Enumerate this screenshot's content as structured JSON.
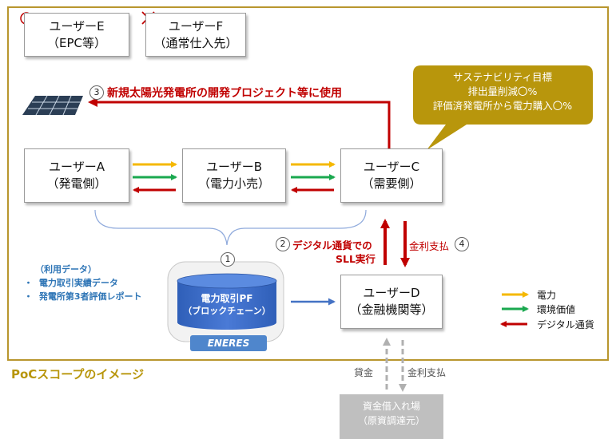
{
  "scope_label": "PoCスコープのイメージ",
  "users": {
    "e": {
      "title": "ユーザーE",
      "sub": "（EPC等）"
    },
    "f": {
      "title": "ユーザーF",
      "sub": "（通常仕入先）"
    },
    "a": {
      "title": "ユーザーA",
      "sub": "（発電側）"
    },
    "b": {
      "title": "ユーザーB",
      "sub": "（電力小売）"
    },
    "c": {
      "title": "ユーザーC",
      "sub": "（需要側）"
    },
    "d": {
      "title": "ユーザーD",
      "sub": "（金融機関等）"
    }
  },
  "project_label": "新規太陽光発電所の開発プロジェクト等に使用",
  "callout": {
    "line1": "サステナビリティ目標",
    "line2": "排出量削減〇%",
    "line3": "評価済発電所から電力購入〇%"
  },
  "digital_label_line1": "デジタル通貨での",
  "digital_label_line2": "SLL実行",
  "interest_label": "金利支払",
  "numbers": {
    "n1": "1",
    "n2": "2",
    "n3": "3",
    "n4": "4"
  },
  "platform": {
    "line1": "電力取引PF",
    "line2": "（ブロックチェーン）",
    "logo": "ENERES"
  },
  "data_info": {
    "title": "（利用データ）",
    "item1": "電力取引実績データ",
    "item2": "発電所第3者評価レポート",
    "bullet": "・"
  },
  "legend": {
    "power": "電力",
    "env": "環境価値",
    "digital": "デジタル通貨"
  },
  "market": {
    "line1": "資金借入れ場",
    "line2": "（原資調達元）"
  },
  "loan_label": "貸金",
  "interest_label_bottom": "金利支払",
  "colors": {
    "power": "#f5b800",
    "env": "#1aa84f",
    "digital": "#c00000",
    "scope_border": "#b8962e",
    "callout": "#b8960c",
    "blue_arrow": "#4472c4",
    "pf_blue": "#3565c4"
  }
}
